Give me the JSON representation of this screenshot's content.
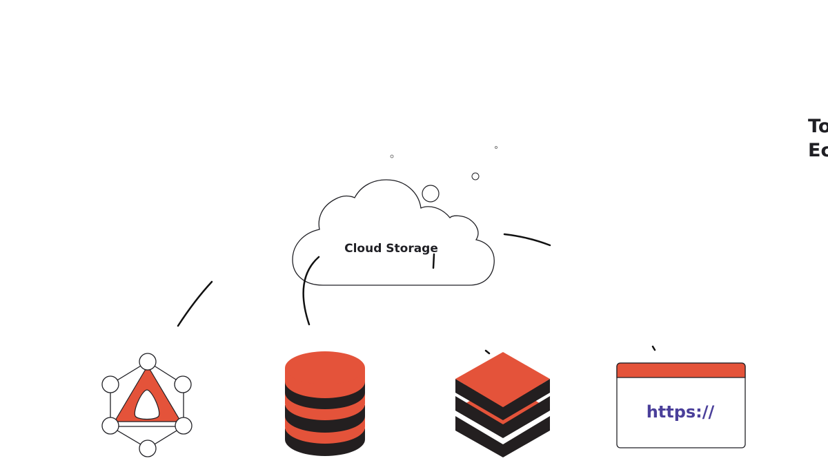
{
  "cloud": {
    "label": "Cloud Storage"
  },
  "url_window": {
    "label": "https://"
  },
  "side_heading": {
    "line1": "To",
    "line2": "Ec"
  },
  "icons": {
    "graph": "graphql-triangle-icon",
    "database": "database-cylinder-icon",
    "layers": "stacked-layers-icon",
    "browser": "browser-window-icon",
    "cloud": "cloud-icon"
  },
  "colors": {
    "accent": "#e4533a",
    "dark": "#231f20",
    "outline": "#1f1f24",
    "url_text": "#4a3f9a"
  }
}
